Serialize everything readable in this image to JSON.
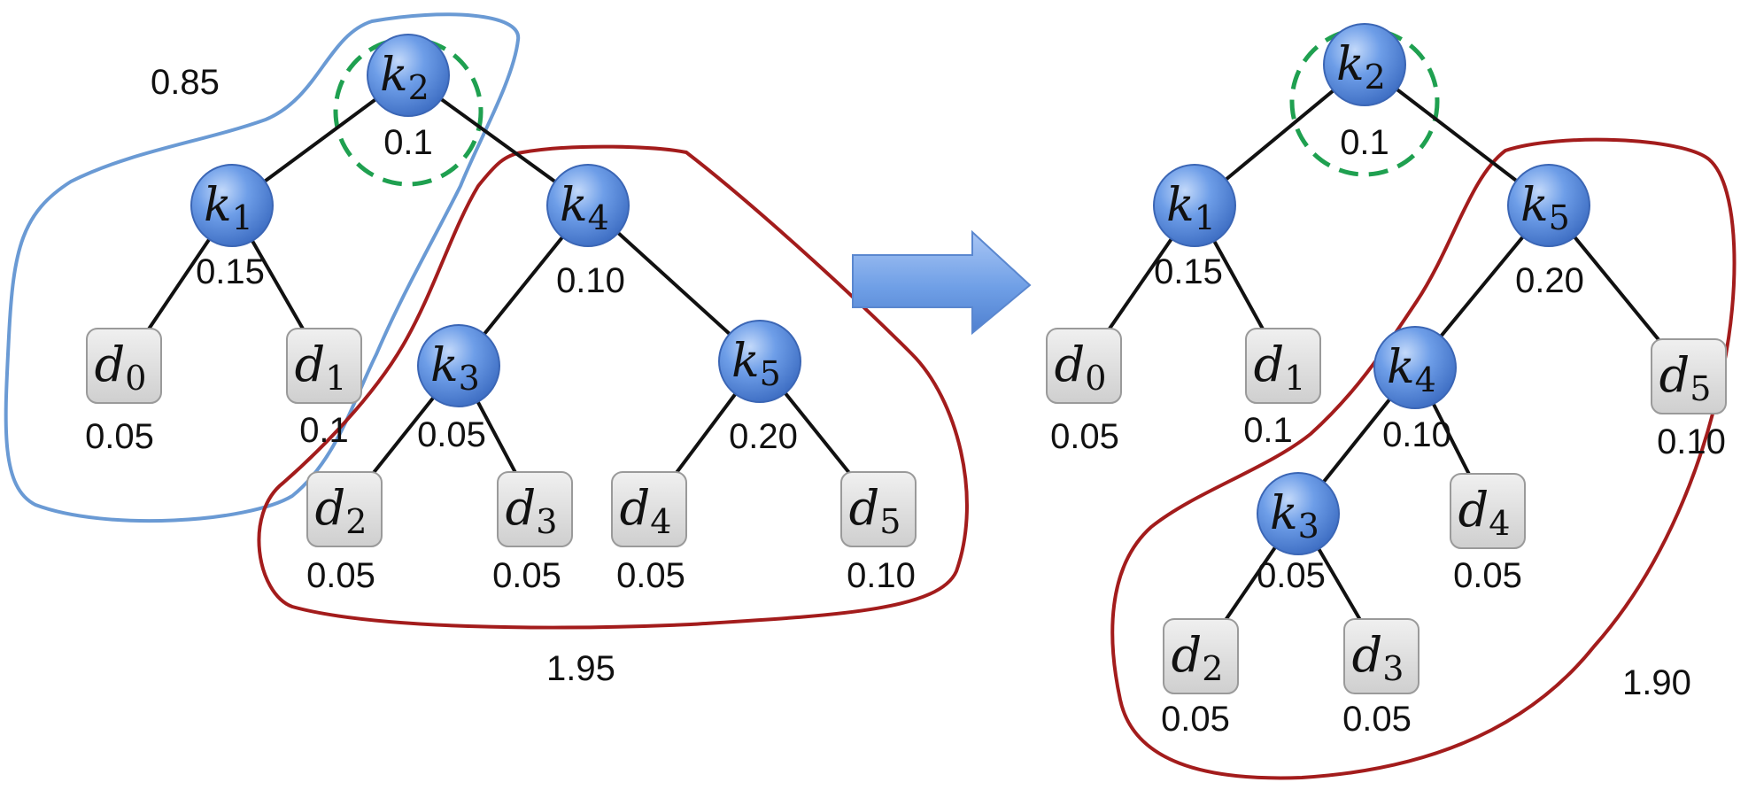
{
  "colors": {
    "key_node": "#5b8fe0",
    "key_node_highlight": "#b9d2f7",
    "dummy_node": "#dcdcdc",
    "dummy_border": "#9a9a9a",
    "edge": "#111111",
    "left_subtree_outline": "#6a9ad4",
    "right_subtree_outline": "#a31c1c",
    "root_highlight": "#1fa050",
    "arrow": "#6f9fe6"
  },
  "left_tree": {
    "nodes": {
      "k2": {
        "kind": "key",
        "base": "k",
        "sub": "2",
        "prob": "0.1"
      },
      "k1": {
        "kind": "key",
        "base": "k",
        "sub": "1",
        "prob": "0.15"
      },
      "k4": {
        "kind": "key",
        "base": "k",
        "sub": "4",
        "prob": "0.10"
      },
      "k3": {
        "kind": "key",
        "base": "k",
        "sub": "3",
        "prob": "0.05"
      },
      "k5": {
        "kind": "key",
        "base": "k",
        "sub": "5",
        "prob": "0.20"
      },
      "d0": {
        "kind": "dummy",
        "base": "d",
        "sub": "0",
        "prob": "0.05"
      },
      "d1": {
        "kind": "dummy",
        "base": "d",
        "sub": "1",
        "prob": "0.1"
      },
      "d2": {
        "kind": "dummy",
        "base": "d",
        "sub": "2",
        "prob": "0.05"
      },
      "d3": {
        "kind": "dummy",
        "base": "d",
        "sub": "3",
        "prob": "0.05"
      },
      "d4": {
        "kind": "dummy",
        "base": "d",
        "sub": "4",
        "prob": "0.05"
      },
      "d5": {
        "kind": "dummy",
        "base": "d",
        "sub": "5",
        "prob": "0.10"
      }
    },
    "edges": [
      [
        "k2",
        "k1"
      ],
      [
        "k2",
        "k4"
      ],
      [
        "k1",
        "d0"
      ],
      [
        "k1",
        "d1"
      ],
      [
        "k4",
        "k3"
      ],
      [
        "k4",
        "k5"
      ],
      [
        "k3",
        "d2"
      ],
      [
        "k3",
        "d3"
      ],
      [
        "k5",
        "d4"
      ],
      [
        "k5",
        "d5"
      ]
    ],
    "left_cost": "0.85",
    "right_cost": "1.95"
  },
  "right_tree": {
    "nodes": {
      "k2": {
        "kind": "key",
        "base": "k",
        "sub": "2",
        "prob": "0.1"
      },
      "k1": {
        "kind": "key",
        "base": "k",
        "sub": "1",
        "prob": "0.15"
      },
      "k5": {
        "kind": "key",
        "base": "k",
        "sub": "5",
        "prob": "0.20"
      },
      "k4": {
        "kind": "key",
        "base": "k",
        "sub": "4",
        "prob": "0.10"
      },
      "k3": {
        "kind": "key",
        "base": "k",
        "sub": "3",
        "prob": "0.05"
      },
      "d0": {
        "kind": "dummy",
        "base": "d",
        "sub": "0",
        "prob": "0.05"
      },
      "d1": {
        "kind": "dummy",
        "base": "d",
        "sub": "1",
        "prob": "0.1"
      },
      "d2": {
        "kind": "dummy",
        "base": "d",
        "sub": "2",
        "prob": "0.05"
      },
      "d3": {
        "kind": "dummy",
        "base": "d",
        "sub": "3",
        "prob": "0.05"
      },
      "d4": {
        "kind": "dummy",
        "base": "d",
        "sub": "4",
        "prob": "0.05"
      },
      "d5": {
        "kind": "dummy",
        "base": "d",
        "sub": "5",
        "prob": "0.10"
      }
    },
    "edges": [
      [
        "k2",
        "k1"
      ],
      [
        "k2",
        "k5"
      ],
      [
        "k1",
        "d0"
      ],
      [
        "k1",
        "d1"
      ],
      [
        "k5",
        "k4"
      ],
      [
        "k5",
        "d5"
      ],
      [
        "k4",
        "k3"
      ],
      [
        "k4",
        "d4"
      ],
      [
        "k3",
        "d2"
      ],
      [
        "k3",
        "d3"
      ]
    ],
    "right_cost": "1.90"
  }
}
